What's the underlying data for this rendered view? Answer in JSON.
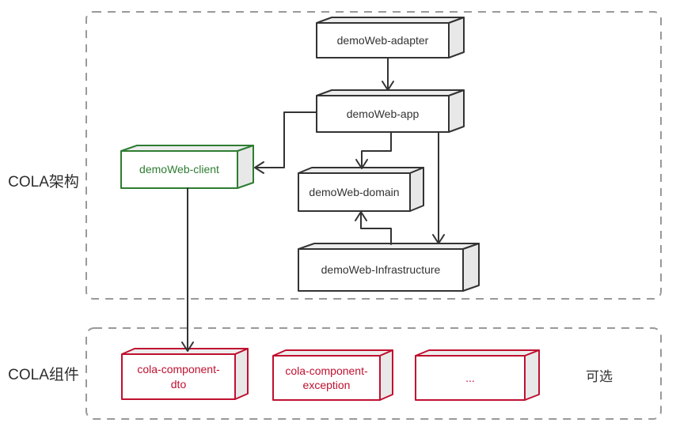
{
  "groups": {
    "architecture": {
      "label": "COLA架构"
    },
    "components": {
      "label": "COLA组件"
    }
  },
  "nodes": {
    "adapter": {
      "label": "demoWeb-adapter",
      "color": "#333333"
    },
    "app": {
      "label": "demoWeb-app",
      "color": "#333333"
    },
    "client": {
      "label": "demoWeb-client",
      "color": "#2e7d32"
    },
    "domain": {
      "label": "demoWeb-domain",
      "color": "#333333"
    },
    "infrastructure": {
      "label": "demoWeb-Infrastructure",
      "color": "#333333"
    },
    "dto": {
      "label": "cola-component-\ndto",
      "color": "#c01030"
    },
    "exception": {
      "label": "cola-component-\nexception",
      "color": "#c01030"
    },
    "more": {
      "label": "...",
      "color": "#c01030"
    }
  },
  "edges": [
    {
      "from": "demoWeb-adapter",
      "to": "demoWeb-app"
    },
    {
      "from": "demoWeb-app",
      "to": "demoWeb-client"
    },
    {
      "from": "demoWeb-app",
      "to": "demoWeb-domain"
    },
    {
      "from": "demoWeb-app",
      "to": "demoWeb-Infrastructure"
    },
    {
      "from": "demoWeb-Infrastructure",
      "to": "demoWeb-domain"
    },
    {
      "from": "demoWeb-client",
      "to": "cola-component-dto"
    }
  ],
  "annotations": {
    "optional": "可选"
  },
  "colors": {
    "stroke": "#333333",
    "green": "#2e7d32",
    "red": "#c01030",
    "dashed_border": "#999999",
    "face_front": "#ffffff",
    "face_top": "#ededed",
    "face_side": "#e8e8e8"
  }
}
